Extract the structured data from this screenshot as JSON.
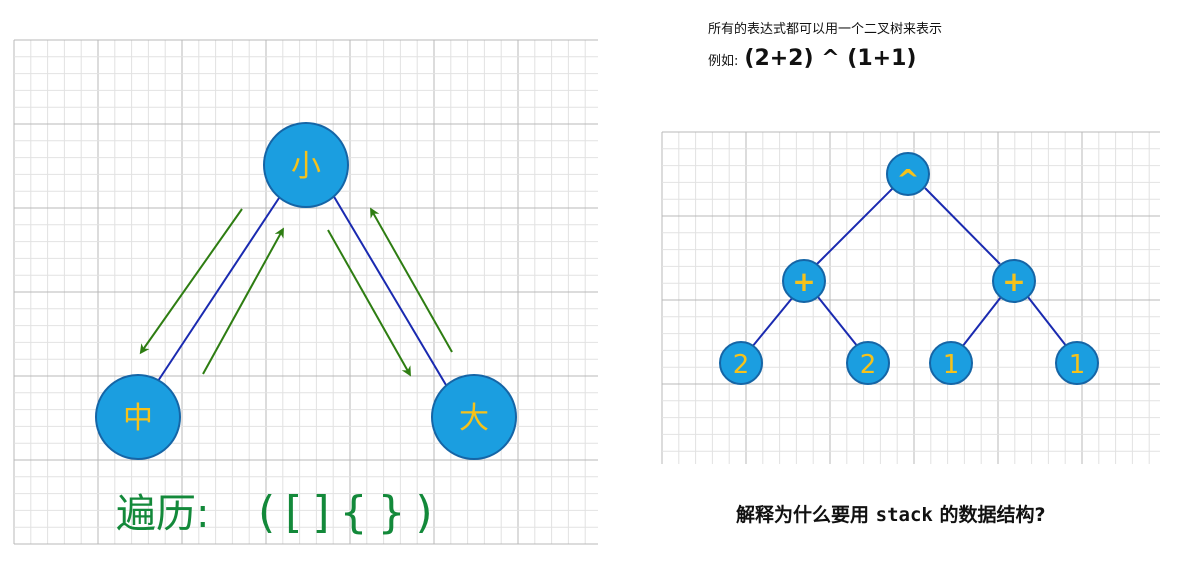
{
  "left_diagram": {
    "nodes": [
      {
        "id": "top",
        "label": "小"
      },
      {
        "id": "left",
        "label": "中"
      },
      {
        "id": "right",
        "label": "大"
      }
    ],
    "caption_handwritten": "遍历:",
    "brackets": "([]{})"
  },
  "right_panel": {
    "intro": "所有的表达式都可以用一个二叉树来表示",
    "example_label": "例如:",
    "example_expression": "(2+2) ^ (1+1)",
    "tree_nodes": [
      {
        "id": "root",
        "label": "^"
      },
      {
        "id": "plus_left",
        "label": "+"
      },
      {
        "id": "plus_right",
        "label": "+"
      },
      {
        "id": "leaf1",
        "label": "2"
      },
      {
        "id": "leaf2",
        "label": "2"
      },
      {
        "id": "leaf3",
        "label": "1"
      },
      {
        "id": "leaf4",
        "label": "1"
      }
    ],
    "question_prefix": "解释为什么要用",
    "question_code": "stack",
    "question_suffix": "的数据结构?"
  },
  "colors": {
    "node_fill": "#1b9ee0",
    "node_stroke": "#1565a6",
    "node_text": "#f6c21a",
    "edge": "#1a2ab0",
    "arrow": "#2e7d12",
    "caption": "#13893a",
    "grid_major": "#b8b8b8",
    "grid_minor": "#e2e2e2"
  }
}
